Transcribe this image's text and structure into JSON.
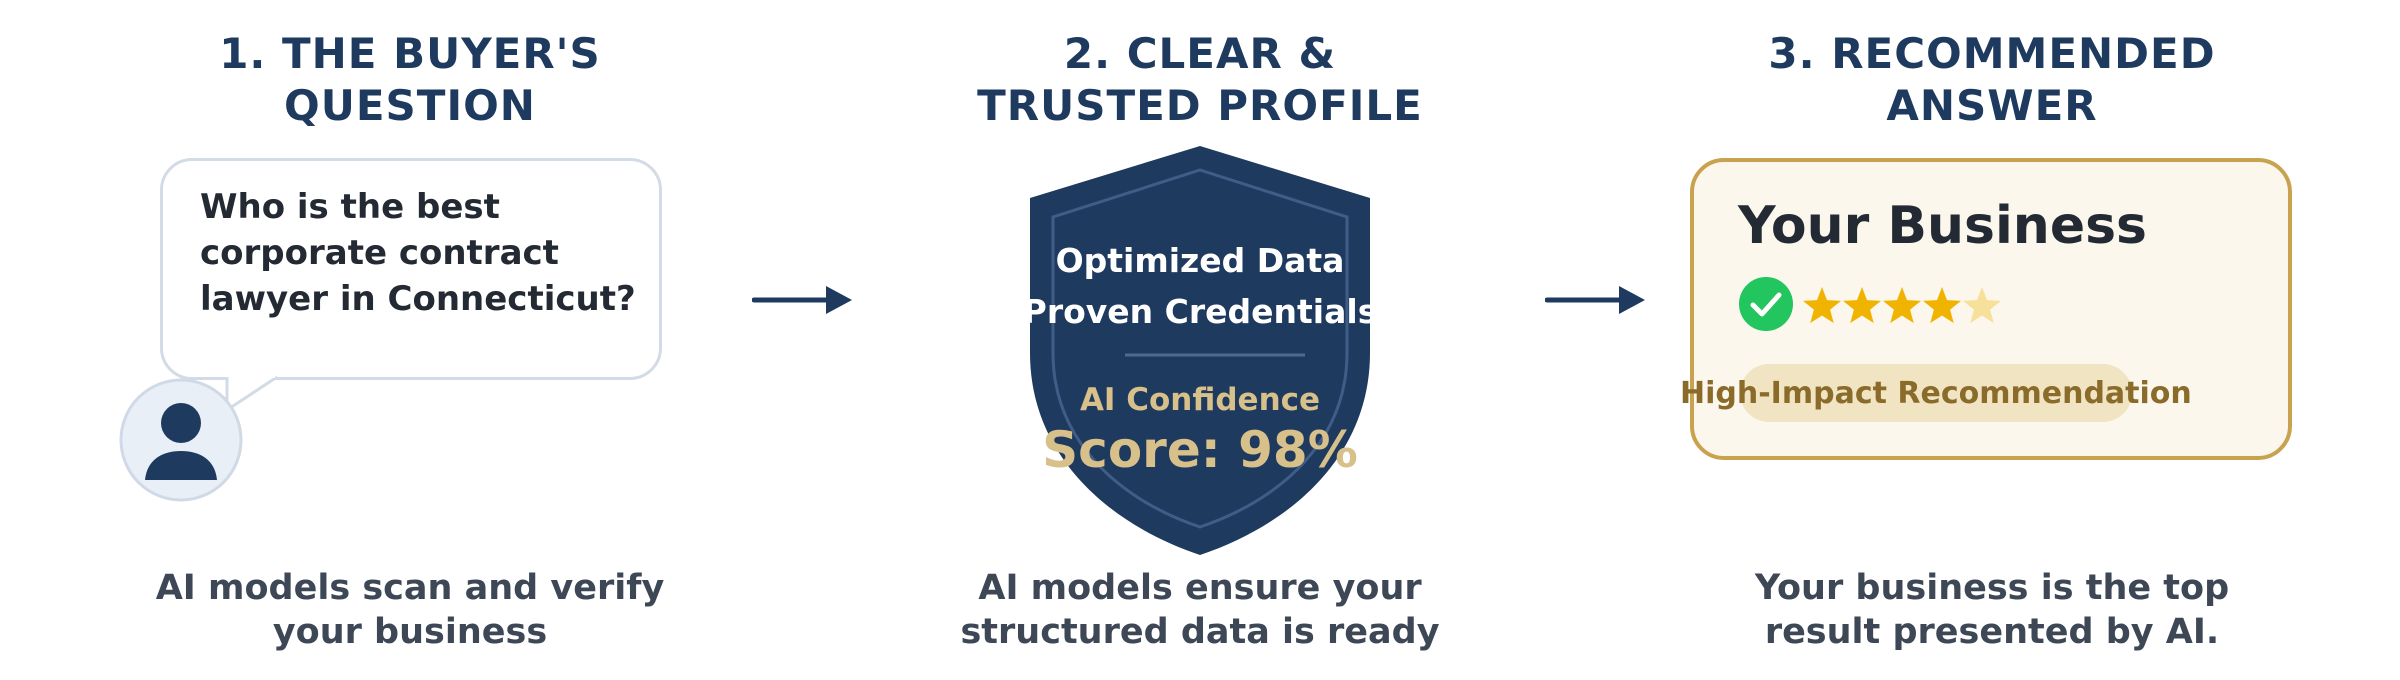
{
  "steps": [
    {
      "title_line1": "1. THE BUYER'S",
      "title_line2": "QUESTION",
      "question": "Who is the best corporate contract lawyer in Connecticut?",
      "caption_line1": "AI models scan and verify",
      "caption_line2": "your business"
    },
    {
      "title_line1": "2. CLEAR &",
      "title_line2": "TRUSTED PROFILE",
      "shield_line1": "Optimized Data",
      "shield_line2": "Proven Credentials",
      "confidence_label": "AI Confidence",
      "confidence_score": "Score: 98%",
      "caption_line1": "AI models ensure your",
      "caption_line2": "structured data is ready"
    },
    {
      "title_line1": "3. RECOMMENDED",
      "title_line2": "ANSWER",
      "business_name": "Your Business",
      "rating": {
        "value": 4,
        "max": 5
      },
      "badge": "High-Impact Recommendation",
      "caption_line1": "Your business is the top",
      "caption_line2": "result presented by AI."
    }
  ],
  "icons": {
    "avatar": "person-icon",
    "arrow": "arrow-right-icon",
    "shield": "shield-icon",
    "verified": "check-circle-icon",
    "star": "star-icon"
  },
  "colors": {
    "navy": "#1f3a5f",
    "gold": "#c9a24f",
    "gold_text": "#d8c08a",
    "star": "#f0b400",
    "check": "#22c55e",
    "card_bg": "#fbf7ec"
  }
}
